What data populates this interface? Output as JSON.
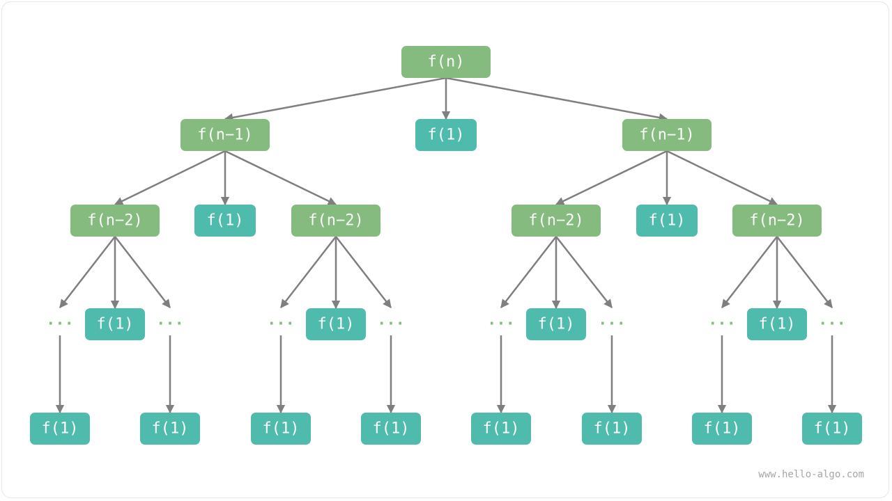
{
  "colors": {
    "recursive": "#85bb7e",
    "base": "#4fbbad",
    "ellipsis": "#85bb7e",
    "edge": "#7f7f7f"
  },
  "nodes": {
    "root": {
      "label": "f(n)",
      "kind": "recursive"
    },
    "a": {
      "label": "f(n−1)",
      "kind": "recursive"
    },
    "b": {
      "label": "f(1)",
      "kind": "base"
    },
    "c": {
      "label": "f(n−1)",
      "kind": "recursive"
    },
    "a1": {
      "label": "f(n−2)",
      "kind": "recursive"
    },
    "a2": {
      "label": "f(1)",
      "kind": "base"
    },
    "a3": {
      "label": "f(n−2)",
      "kind": "recursive"
    },
    "c1": {
      "label": "f(n−2)",
      "kind": "recursive"
    },
    "c2": {
      "label": "f(1)",
      "kind": "base"
    },
    "c3": {
      "label": "f(n−2)",
      "kind": "recursive"
    },
    "a1e1": {
      "label": "···",
      "kind": "ellipsis"
    },
    "a1b": {
      "label": "f(1)",
      "kind": "base"
    },
    "a1e2": {
      "label": "···",
      "kind": "ellipsis"
    },
    "a3e1": {
      "label": "···",
      "kind": "ellipsis"
    },
    "a3b": {
      "label": "f(1)",
      "kind": "base"
    },
    "a3e2": {
      "label": "···",
      "kind": "ellipsis"
    },
    "c1e1": {
      "label": "···",
      "kind": "ellipsis"
    },
    "c1b": {
      "label": "f(1)",
      "kind": "base"
    },
    "c1e2": {
      "label": "···",
      "kind": "ellipsis"
    },
    "c3e1": {
      "label": "···",
      "kind": "ellipsis"
    },
    "c3b": {
      "label": "f(1)",
      "kind": "base"
    },
    "c3e2": {
      "label": "···",
      "kind": "ellipsis"
    },
    "l1": {
      "label": "f(1)",
      "kind": "base"
    },
    "l2": {
      "label": "f(1)",
      "kind": "base"
    },
    "l3": {
      "label": "f(1)",
      "kind": "base"
    },
    "l4": {
      "label": "f(1)",
      "kind": "base"
    },
    "l5": {
      "label": "f(1)",
      "kind": "base"
    },
    "l6": {
      "label": "f(1)",
      "kind": "base"
    },
    "l7": {
      "label": "f(1)",
      "kind": "base"
    },
    "l8": {
      "label": "f(1)",
      "kind": "base"
    }
  },
  "edges": [
    [
      "root",
      "a"
    ],
    [
      "root",
      "b"
    ],
    [
      "root",
      "c"
    ],
    [
      "a",
      "a1"
    ],
    [
      "a",
      "a2"
    ],
    [
      "a",
      "a3"
    ],
    [
      "c",
      "c1"
    ],
    [
      "c",
      "c2"
    ],
    [
      "c",
      "c3"
    ],
    [
      "a1",
      "a1e1"
    ],
    [
      "a1",
      "a1b"
    ],
    [
      "a1",
      "a1e2"
    ],
    [
      "a3",
      "a3e1"
    ],
    [
      "a3",
      "a3b"
    ],
    [
      "a3",
      "a3e2"
    ],
    [
      "c1",
      "c1e1"
    ],
    [
      "c1",
      "c1b"
    ],
    [
      "c1",
      "c1e2"
    ],
    [
      "c3",
      "c3e1"
    ],
    [
      "c3",
      "c3b"
    ],
    [
      "c3",
      "c3e2"
    ],
    [
      "a1e1",
      "l1"
    ],
    [
      "a1e2",
      "l2"
    ],
    [
      "a3e1",
      "l3"
    ],
    [
      "a3e2",
      "l4"
    ],
    [
      "c1e1",
      "l5"
    ],
    [
      "c1e2",
      "l6"
    ],
    [
      "c3e1",
      "l7"
    ],
    [
      "c3e2",
      "l8"
    ]
  ],
  "watermark": "www.hello-algo.com"
}
